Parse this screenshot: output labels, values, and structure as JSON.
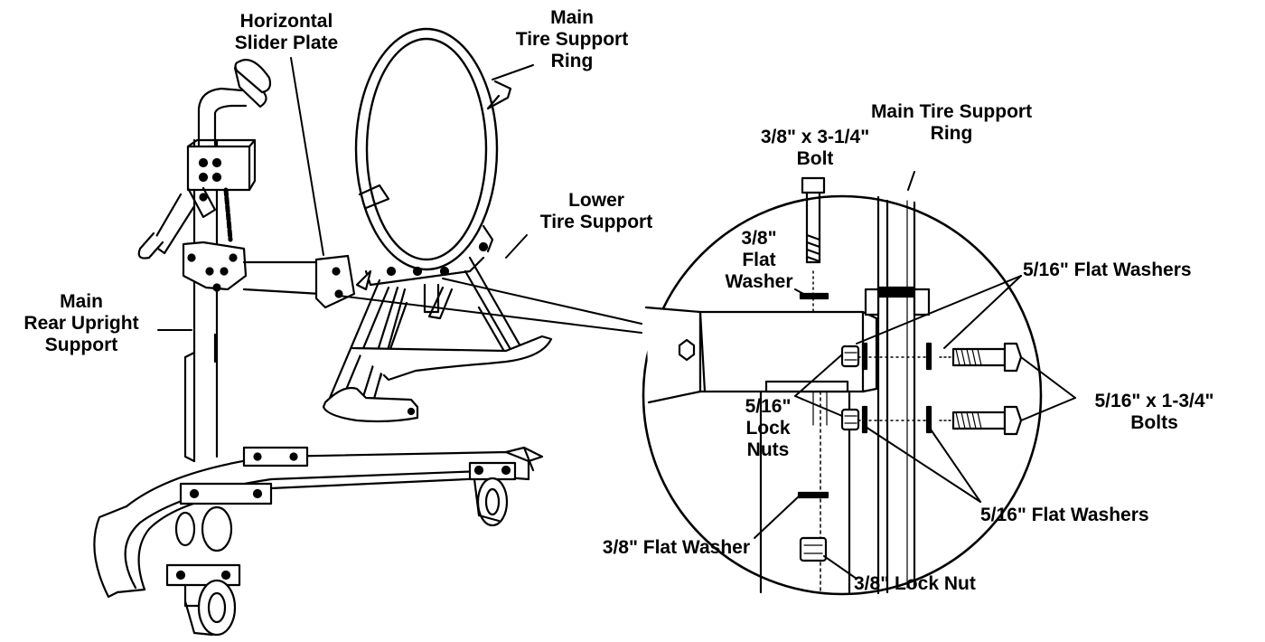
{
  "labels": {
    "horizontal_slider_plate": [
      "Horizontal",
      "Slider Plate"
    ],
    "main_tire_support_ring_top": [
      "Main",
      "Tire Support",
      "Ring"
    ],
    "lower_tire_support": [
      "Lower",
      "Tire Support"
    ],
    "main_rear_upright_support": [
      "Main",
      "Rear Upright",
      "Support"
    ],
    "bolt_3_8_x_3_1_4": [
      "3/8\" x 3-1/4\"",
      "Bolt"
    ],
    "main_tire_support_ring_detail": [
      "Main Tire Support",
      "Ring"
    ],
    "flat_washer_3_8_top": [
      "3/8\"",
      "Flat",
      "Washer"
    ],
    "flat_washers_5_16_top": "5/16\" Flat Washers",
    "lock_nuts_5_16": [
      "5/16\"",
      "Lock",
      "Nuts"
    ],
    "bolts_5_16_x_1_3_4": [
      "5/16\" x 1-3/4\"",
      "Bolts"
    ],
    "flat_washers_5_16_bottom": "5/16\" Flat Washers",
    "flat_washer_3_8_bottom": "3/8\" Flat Washer",
    "lock_nut_3_8": "3/8\" Lock Nut"
  },
  "colors": {
    "ink": "#000000",
    "paper": "#ffffff",
    "hatch": "#333333"
  }
}
